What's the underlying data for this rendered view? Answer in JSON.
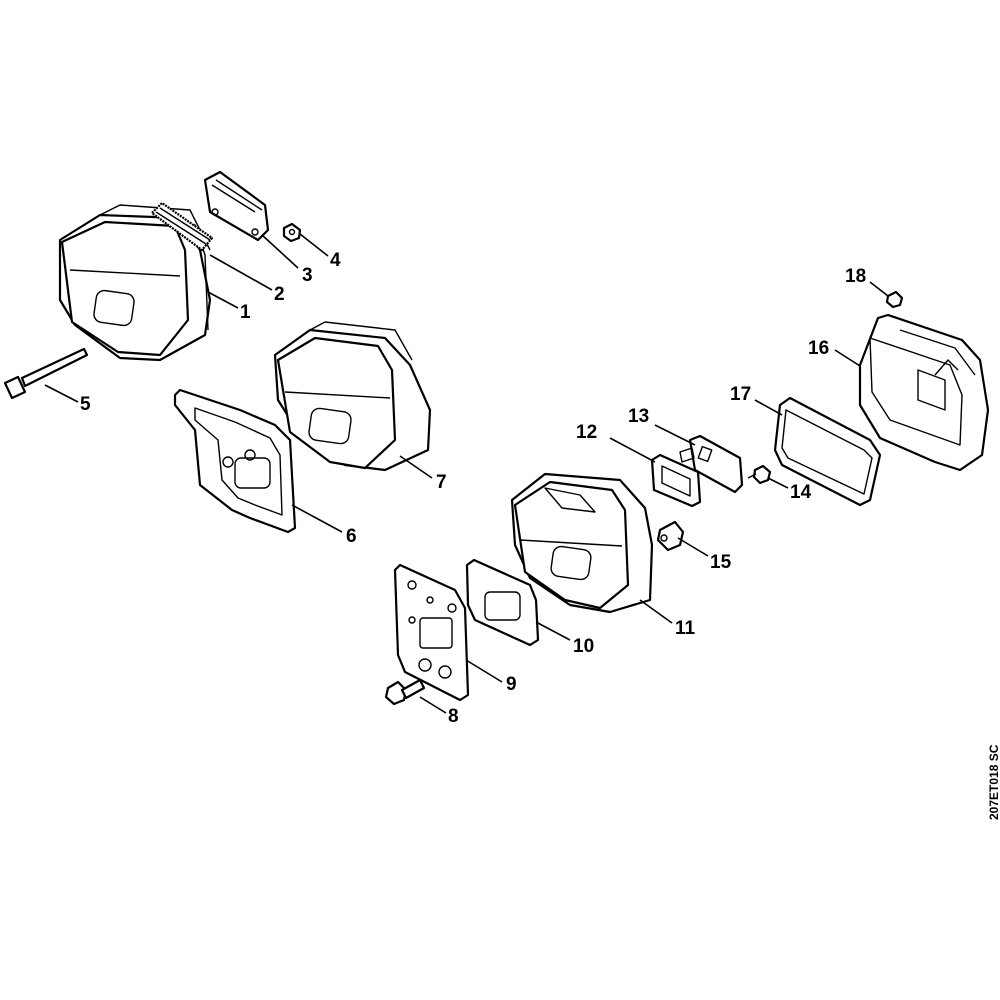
{
  "diagram": {
    "reference_code": "207ET018 SC",
    "callouts": [
      "1",
      "2",
      "3",
      "4",
      "5",
      "6",
      "7",
      "8",
      "9",
      "10",
      "11",
      "12",
      "13",
      "14",
      "15",
      "16",
      "17",
      "18"
    ]
  }
}
